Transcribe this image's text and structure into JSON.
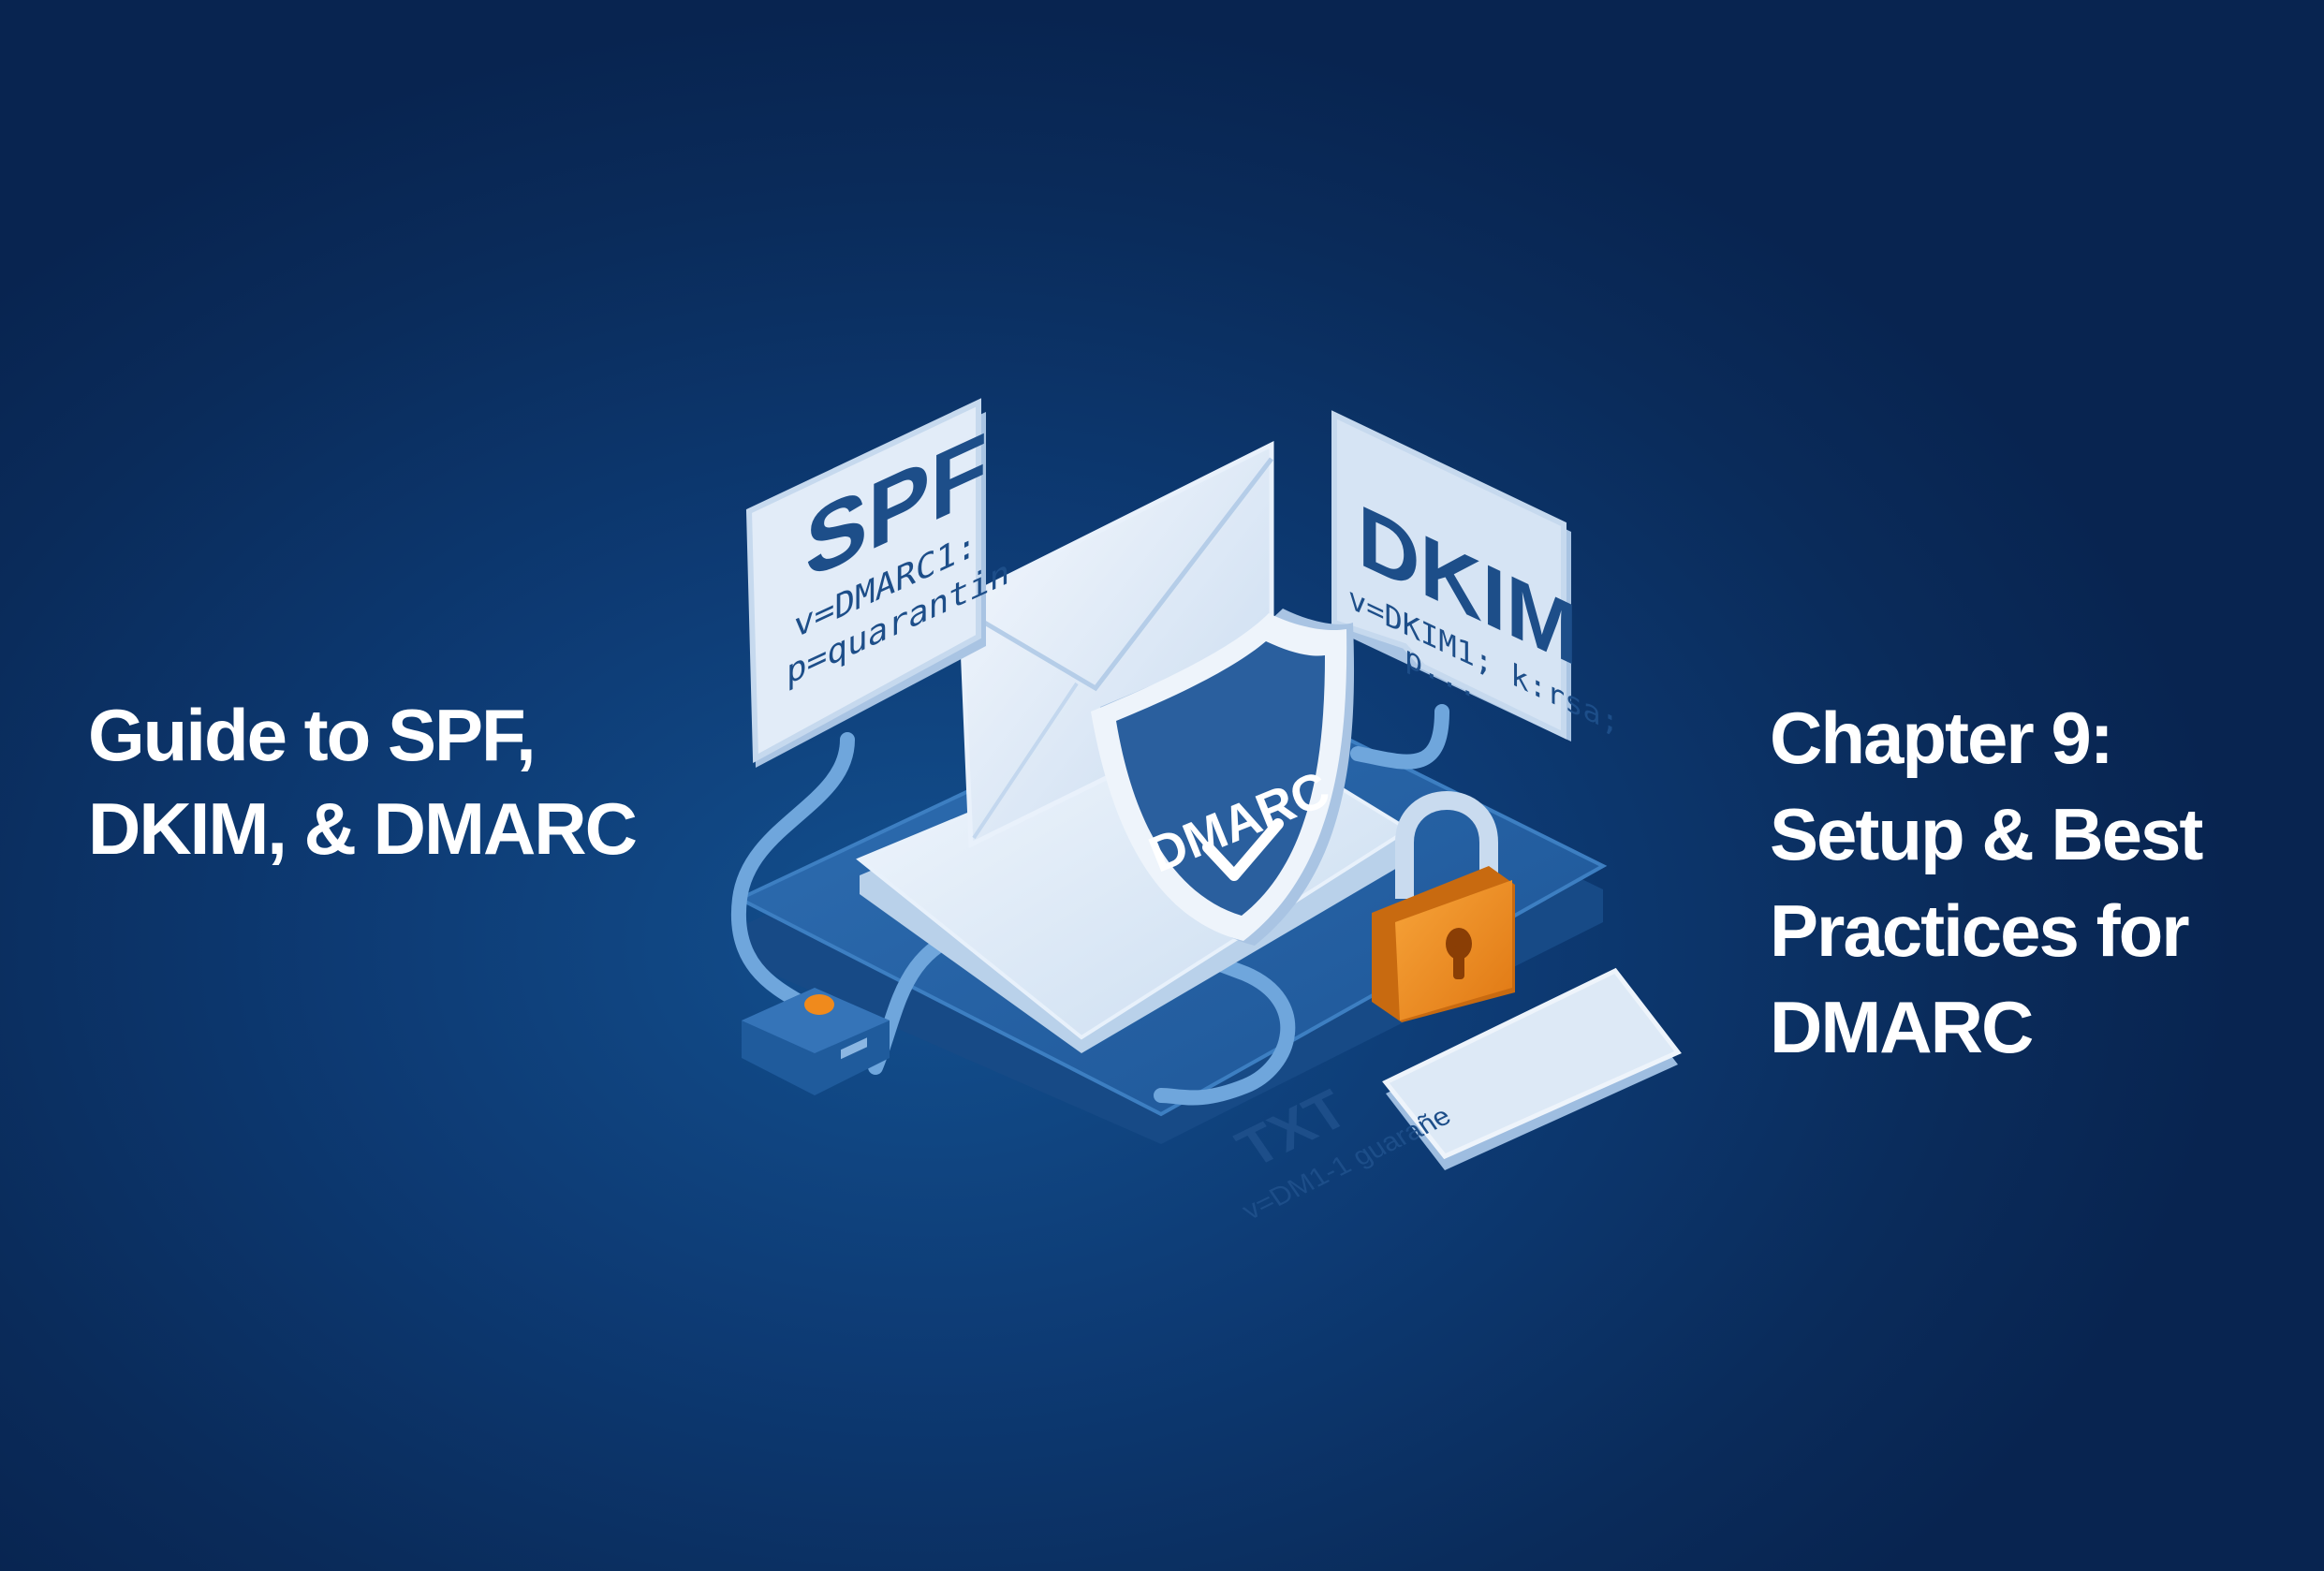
{
  "left_title": {
    "lines": [
      "Guide to SPF,",
      "DKIM, & DMARC"
    ]
  },
  "right_title": {
    "lines": [
      "Chapter 9:",
      "Setup & Best",
      "Practices for",
      "DMARC"
    ]
  },
  "illustration": {
    "spf_card": {
      "heading": "SPF",
      "line1": "v=DMARC1:",
      "line2": "p=quarantin"
    },
    "dkim_card": {
      "heading": "DKIM",
      "line1": "v=DKIM1; k:rsa;",
      "line2": "p..."
    },
    "shield": {
      "label": "DMARC",
      "icon": "checkmark-icon"
    },
    "txt_card": {
      "heading": "TXT",
      "line1": "v=DM1-1 guarañe"
    },
    "lock": {
      "icon": "padlock-icon"
    }
  },
  "colors": {
    "background": "#0b2f63",
    "accent_orange": "#f08a1c",
    "card_light": "#dce8f6",
    "text_blue": "#1d4e89",
    "shield_blue": "#2a5f9e"
  }
}
